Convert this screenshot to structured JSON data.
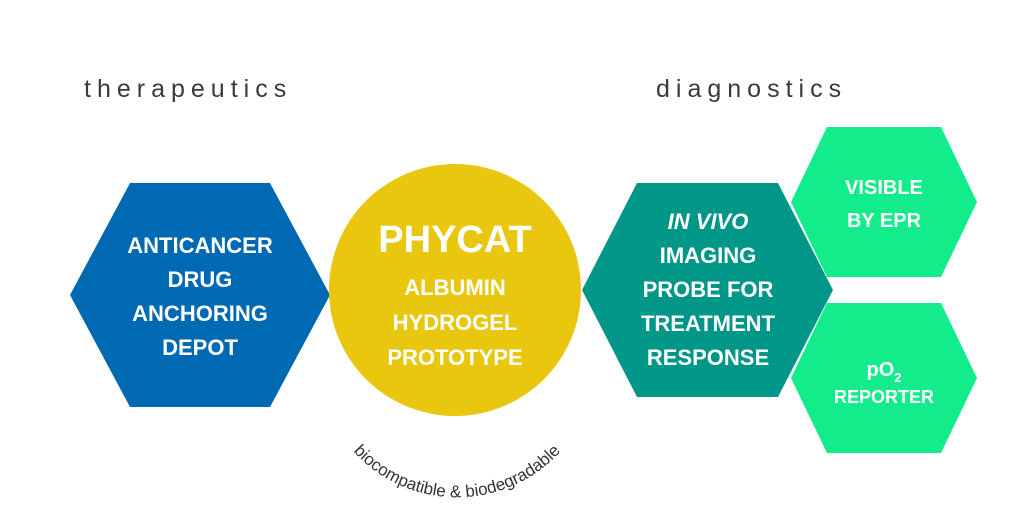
{
  "headings": {
    "left": "therapeutics",
    "right": "diagnostics"
  },
  "colors": {
    "anticancer": "#0069b4",
    "phycat": "#e8c70e",
    "imaging": "#009688",
    "reporter": "#12ec8a",
    "white": "#ffffff",
    "text_dark": "#3a3a3a"
  },
  "shapes": {
    "anticancer": {
      "lines": [
        "ANTICANCER",
        "DRUG",
        "ANCHORING",
        "DEPOT"
      ]
    },
    "phycat": {
      "title": "PHYCAT",
      "lines": [
        "ALBUMIN",
        "HYDROGEL",
        "PROTOTYPE"
      ],
      "arc_label": "biocompatible & biodegradable"
    },
    "imaging": {
      "italic_line": "IN VIVO",
      "lines": [
        "IMAGING",
        "PROBE FOR",
        "TREATMENT",
        "RESPONSE"
      ]
    },
    "epr": {
      "lines": [
        "VISIBLE",
        "BY EPR"
      ]
    },
    "po2": {
      "main": "pO",
      "subscript": "2",
      "line2": "REPORTER"
    }
  }
}
